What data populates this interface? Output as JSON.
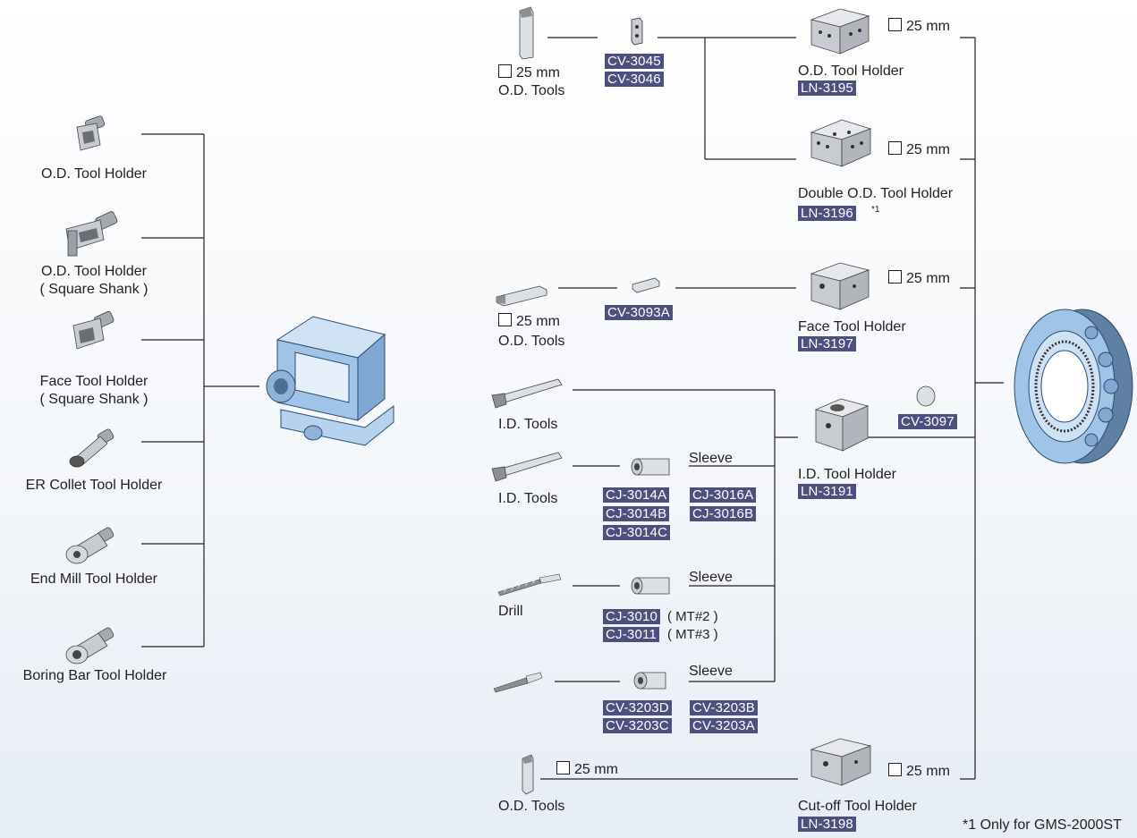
{
  "left_holders": [
    {
      "label": "O.D. Tool Holder",
      "sub": ""
    },
    {
      "label": "O.D. Tool Holder",
      "sub": "( Square Shank )"
    },
    {
      "label": "Face  Tool Holder",
      "sub": "( Square Shank )"
    },
    {
      "label": "ER Collet Tool Holder",
      "sub": ""
    },
    {
      "label": "End Mill Tool Holder",
      "sub": ""
    },
    {
      "label": "Boring Bar Tool Holder",
      "sub": ""
    }
  ],
  "top_od": {
    "size": "25 mm",
    "label": "O.D. Tools",
    "codes": [
      "CV-3045",
      "CV-3046"
    ]
  },
  "od_holder": {
    "label": "O.D. Tool Holder",
    "code": "LN-3195",
    "size": "25 mm"
  },
  "double_holder": {
    "label": "Double O.D. Tool Holder",
    "code": "LN-3196",
    "note_mark": "*1",
    "size": "25 mm"
  },
  "face_row": {
    "size": "25 mm",
    "label": "O.D. Tools",
    "code": "CV-3093A"
  },
  "face_holder": {
    "label": "Face Tool Holder",
    "code": "LN-3197",
    "size": "25 mm"
  },
  "id_tools_1": {
    "label": "I.D. Tools"
  },
  "id_tools_2": {
    "label": "I.D. Tools",
    "sleeve": "Sleeve",
    "codes": [
      "CJ-3014A",
      "CJ-3016A",
      "CJ-3014B",
      "CJ-3016B",
      "CJ-3014C"
    ]
  },
  "id_holder": {
    "label": "I.D. Tool Holder",
    "code": "LN-3191",
    "part_code": "CV-3097"
  },
  "drill": {
    "label": "Drill",
    "sleeve": "Sleeve",
    "codes": [
      "CJ-3010",
      "CJ-3011"
    ],
    "suffixes": [
      "( MT#2 )",
      "( MT#3 )"
    ]
  },
  "er_row": {
    "sleeve": "Sleeve",
    "codes": [
      "CV-3203D",
      "CV-3203B",
      "CV-3203C",
      "CV-3203A"
    ]
  },
  "cutoff": {
    "size_left": "25 mm",
    "label_left": "O.D. Tools",
    "holder": "Cut-off Tool Holder",
    "code": "LN-3198",
    "size": "25 mm"
  },
  "footnote": "*1 Only for GMS-2000ST",
  "colors": {
    "badge": "#4d4f7f",
    "line": "#231f20",
    "machine": "#9fc4e8",
    "metal": "#c8ccd2"
  }
}
